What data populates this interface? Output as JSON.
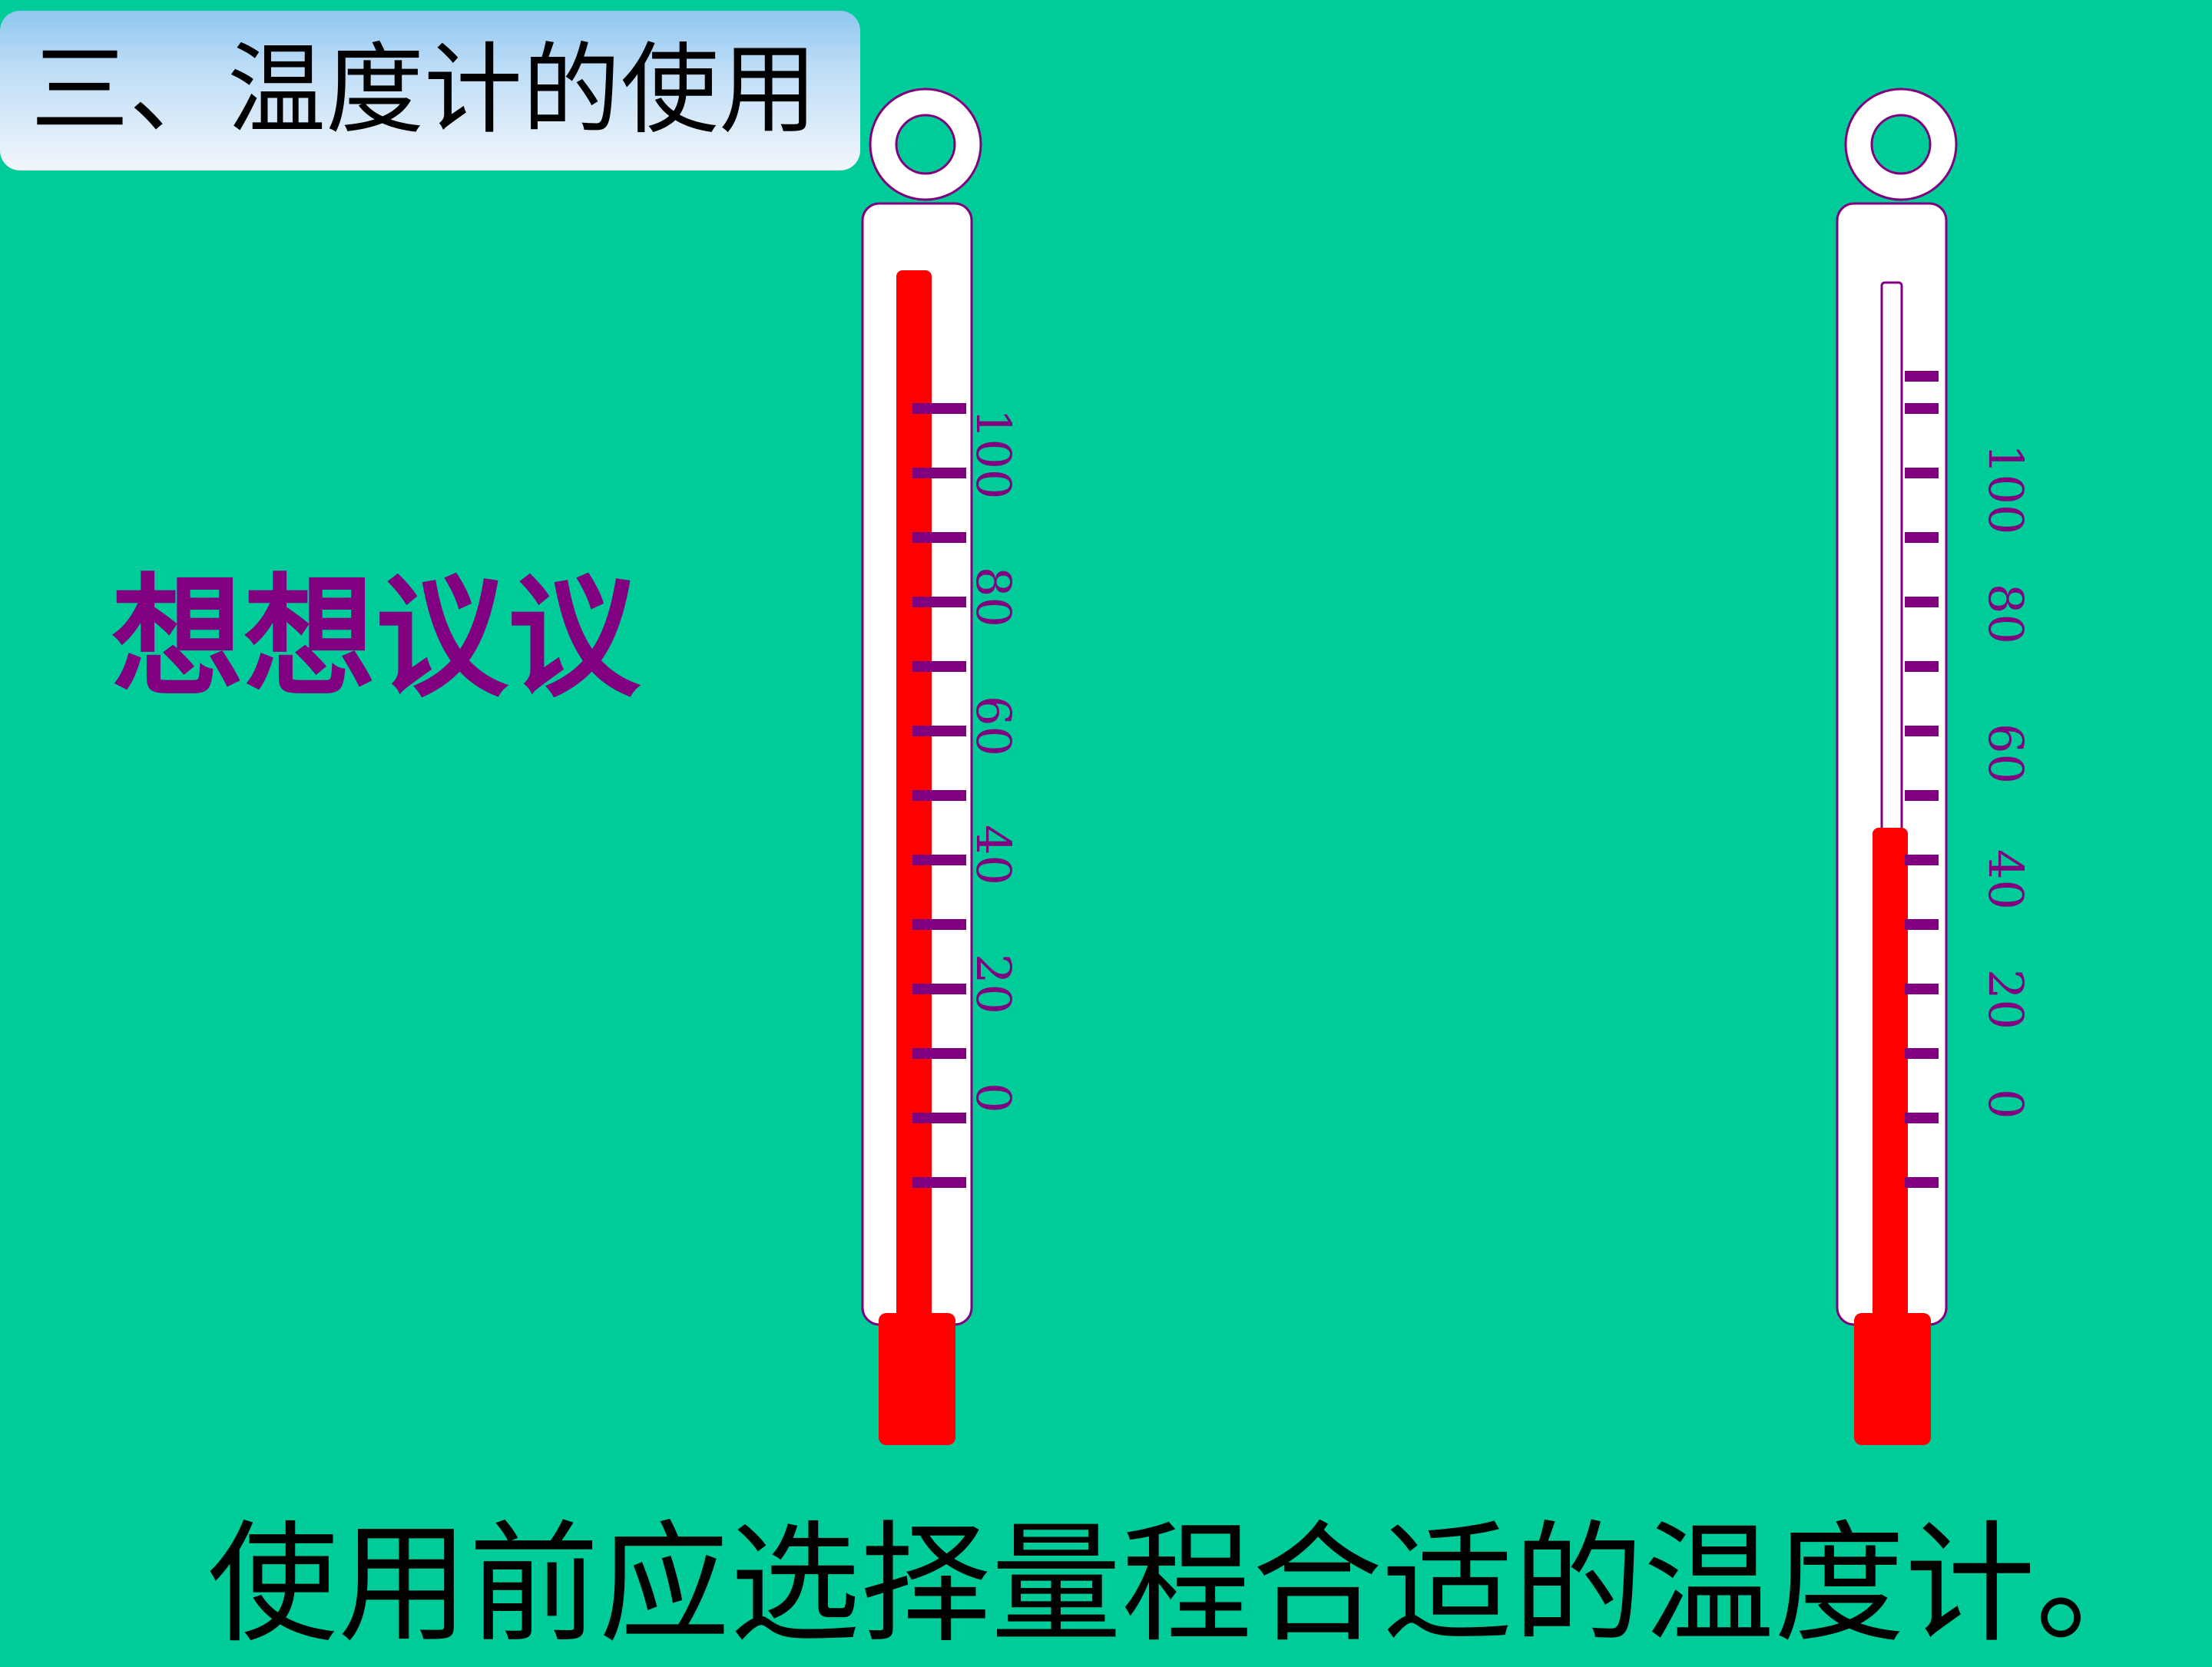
{
  "slide": {
    "title": "三、温度计的使用",
    "prompt": "想想议议",
    "caption": "使用前应选择量程合适的温度计。"
  },
  "thermometers": [
    {
      "label_left": "thermometer-left",
      "scale_labels": [
        "100",
        "80",
        "60",
        "40",
        "20",
        "0"
      ],
      "reading_fraction": 1.0
    },
    {
      "label_left": "thermometer-right",
      "scale_labels": [
        "100",
        "80",
        "60",
        "40",
        "20",
        "0"
      ],
      "reading_fraction": 0.45
    }
  ],
  "colors": {
    "background": "#00CC99",
    "mercury": "#FF0000",
    "scale": "#800080",
    "prompt": "#800080"
  }
}
